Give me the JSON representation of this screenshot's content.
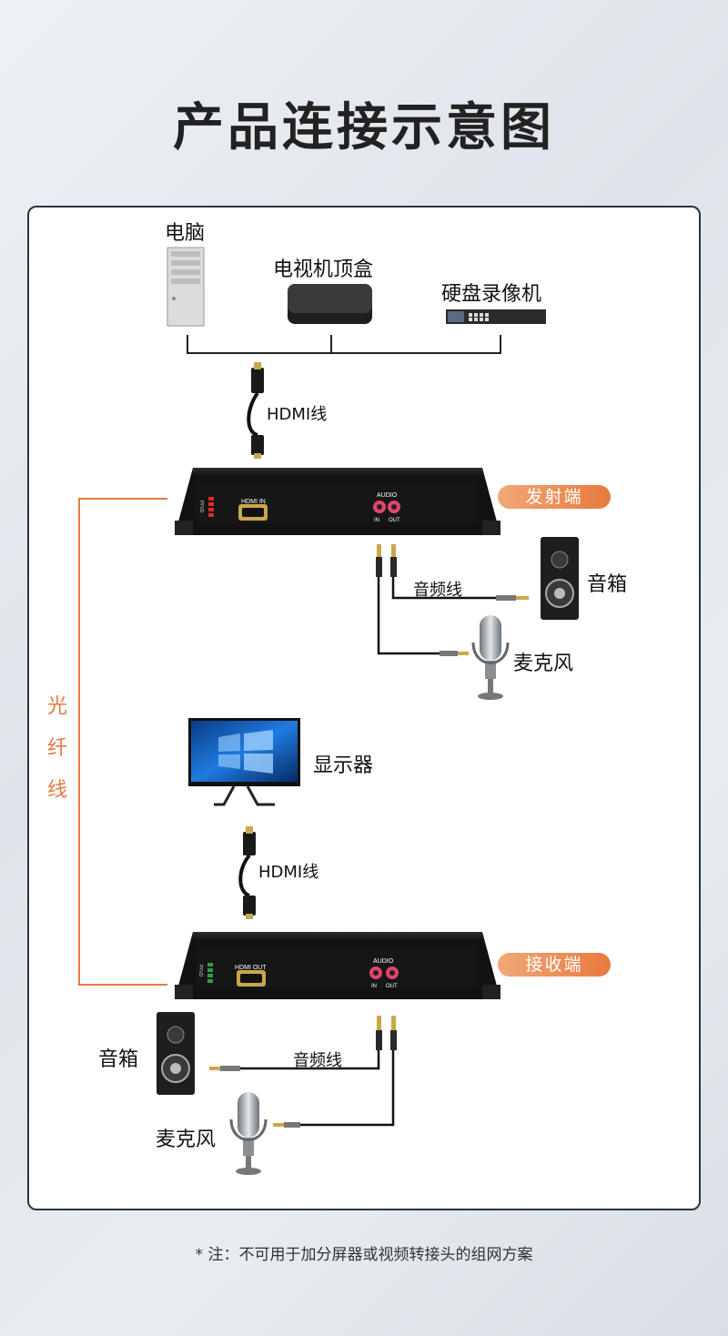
{
  "title": "产品连接示意图",
  "sources": {
    "pc": "电脑",
    "set_top_box": "电视机顶盒",
    "nvr": "硬盘录像机"
  },
  "hdmi_cable_top": "HDMI线",
  "hdmi_cable_bottom": "HDMI线",
  "transmitter": {
    "badge": "发射端",
    "port_label": "HDMI IN",
    "audio_label": "AUDIO",
    "audio_in": "IN",
    "audio_out": "OUT",
    "led_labels": "PFVD",
    "led_color": "#d93025"
  },
  "receiver": {
    "badge": "接收端",
    "port_label": "HDMI OUT",
    "audio_label": "AUDIO",
    "audio_in": "IN",
    "audio_out": "OUT",
    "led_labels": "PFVD",
    "led_color": "#2ea043"
  },
  "fiber": {
    "char1": "光",
    "char2": "纤",
    "char3": "线"
  },
  "top_audio": {
    "cable": "音频线",
    "speaker": "音箱",
    "mic": "麦克风"
  },
  "monitor": "显示器",
  "bottom_audio": {
    "cable": "音频线",
    "speaker": "音箱",
    "mic": "麦克风"
  },
  "note": "* 注：不可用于加分屏器或视频转接头的组网方案",
  "colors": {
    "accent": "#e8793e",
    "border": "#2b3440"
  }
}
